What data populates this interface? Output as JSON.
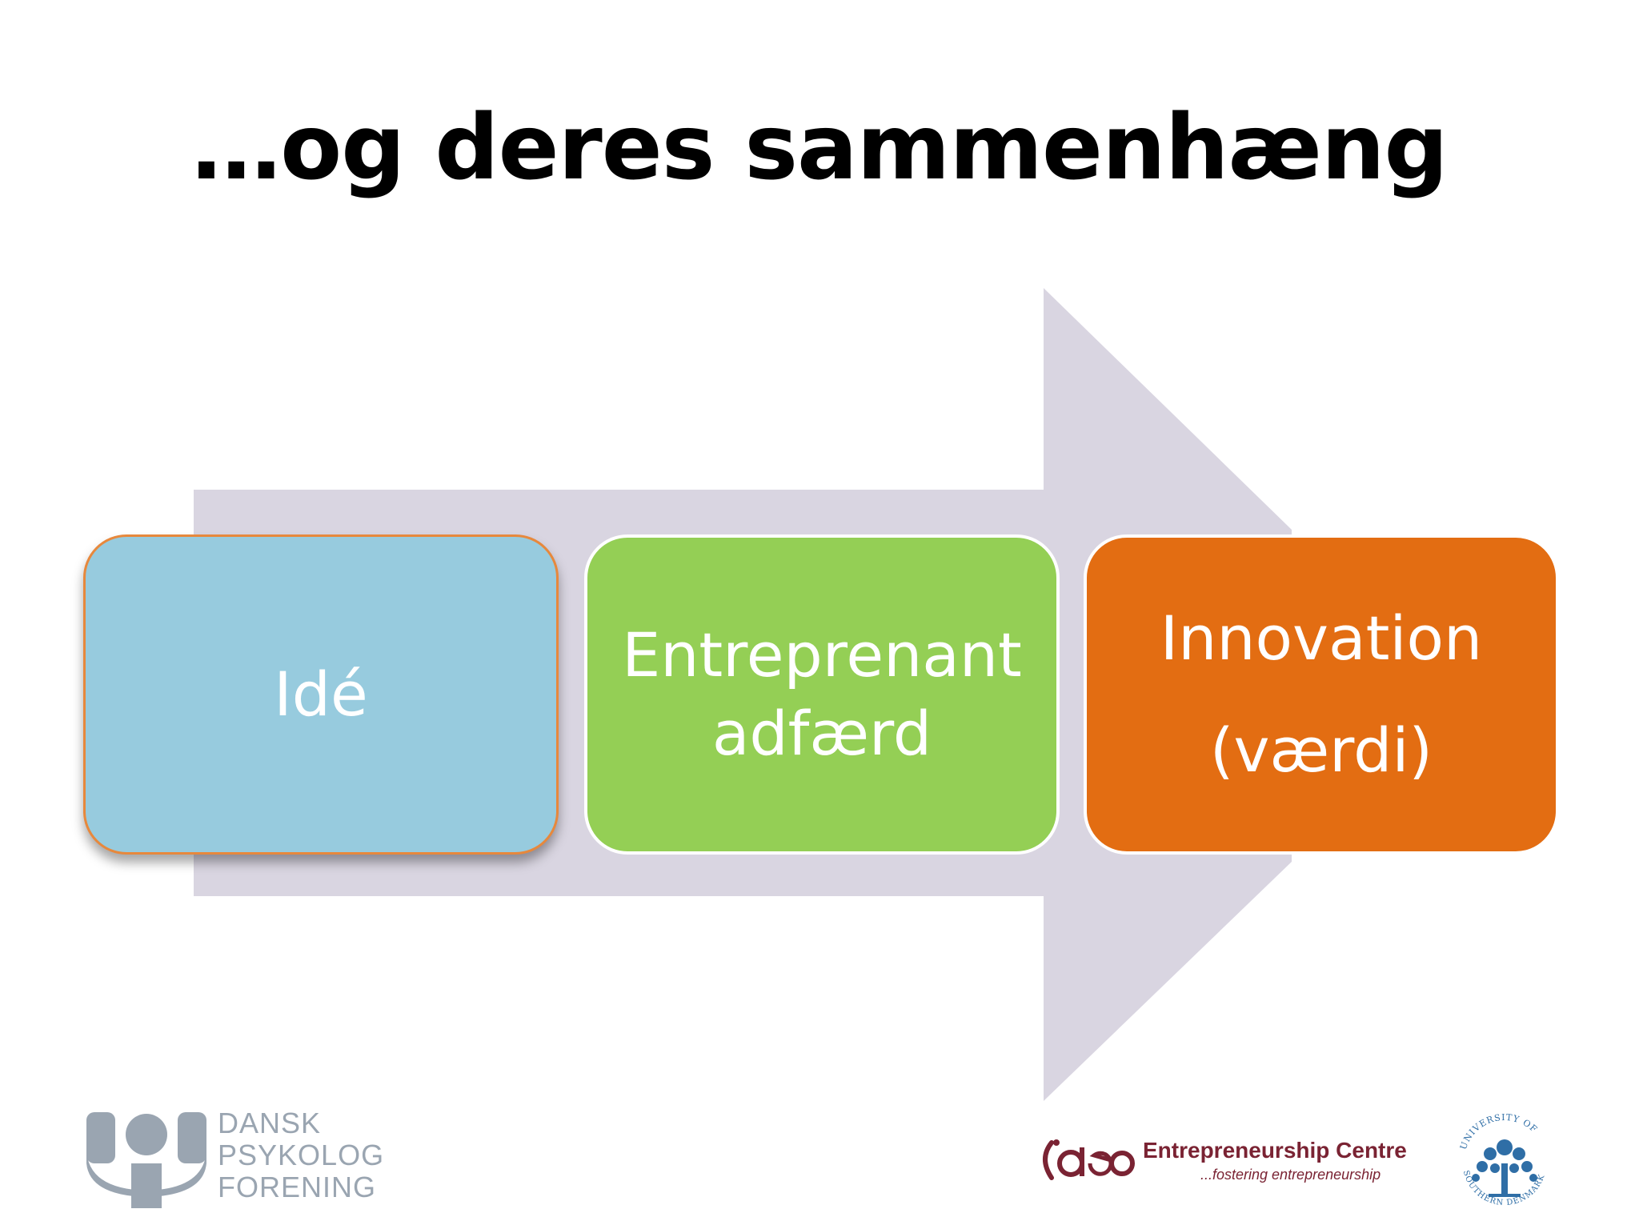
{
  "slide": {
    "title": "…og deres sammenhæng"
  },
  "diagram": {
    "steps": [
      {
        "lines": [
          "Idé"
        ]
      },
      {
        "lines": [
          "Entreprenant",
          "adfærd"
        ]
      },
      {
        "lines": [
          "Innovation",
          "(værdi)"
        ]
      }
    ]
  },
  "logos": {
    "dansk_psykolog_forening": [
      "DANSK",
      "PSYKOLOG",
      "FORENING"
    ],
    "idea": {
      "name": "Entrepreneurship Centre",
      "tagline": "...fostering entrepreneurship",
      "wordmark": "idea"
    },
    "sdu": {
      "text": "UNIVERSITY OF SOUTHERN DENMARK"
    }
  },
  "colors": {
    "arrow": "#d9d5e1",
    "step_1": "#97cbde",
    "step_2": "#94cf55",
    "step_3": "#e36d12",
    "logo_grey": "#9aa5b1",
    "logo_burgundy": "#7a2333",
    "sdu_blue": "#2f6ea6"
  }
}
